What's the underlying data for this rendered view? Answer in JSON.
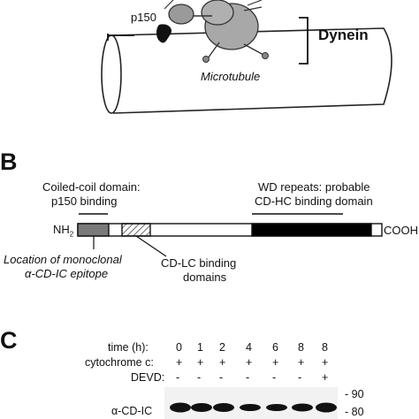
{
  "panelA": {
    "p150": "p150",
    "dynein": "Dynein",
    "microtubule": "Microtubule"
  },
  "panelB": {
    "letter": "B",
    "coiled_coil_label": "Coiled-coil domain:",
    "coiled_coil_sub": "p150 binding",
    "wd_label": "WD repeats: probable",
    "wd_sub": "CD-HC binding domain",
    "nh2": "NH",
    "nh2_sub": "2",
    "cooh": "COOH",
    "monoclonal_line1": "Location of monoclonal",
    "monoclonal_line2": "α-CD-IC epitope",
    "cdlc_line1": "CD-LC binding",
    "cdlc_line2": "domains"
  },
  "panelC": {
    "letter": "C",
    "row_labels": [
      "time (h):",
      "cytochrome c:",
      "DEVD:"
    ],
    "times": [
      "0",
      "1",
      "2",
      "4",
      "6",
      "8",
      "8"
    ],
    "cytochrome": [
      "+",
      "+",
      "+",
      "+",
      "+",
      "+",
      "+"
    ],
    "devd": [
      "-",
      "-",
      "-",
      "-",
      "-",
      "-",
      "+"
    ],
    "blot_label": "α-CD-IC",
    "markers": [
      "- 90",
      "- 80"
    ]
  }
}
